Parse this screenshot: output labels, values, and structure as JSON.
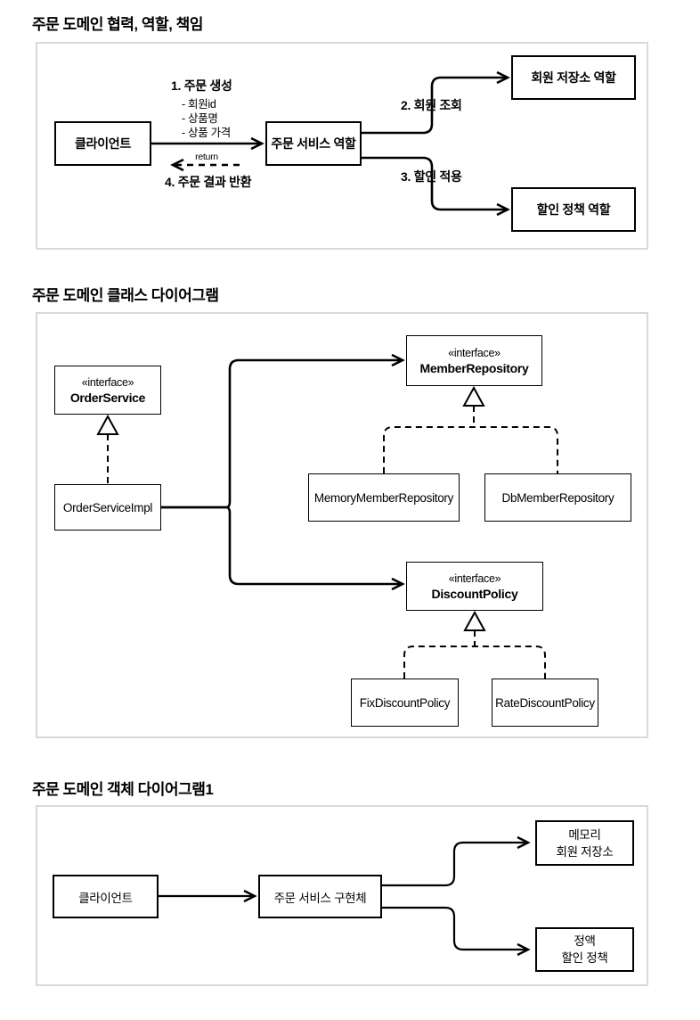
{
  "s1": {
    "title": "주문 도메인 협력, 역할, 책임",
    "client": "클라이언트",
    "order_service_role": "주문 서비스 역할",
    "member_repo_role": "회원 저장소 역할",
    "discount_policy_role": "할인 정책 역할",
    "step1": "1. 주문 생성",
    "step1_items": [
      "- 회원id",
      "- 상품명",
      "- 상품 가격"
    ],
    "return_label": "return",
    "step4": "4. 주문 결과 반환",
    "step2": "2. 회원 조회",
    "step3": "3. 할인 적용"
  },
  "s2": {
    "title": "주문 도메인 클래스 다이어그램",
    "order_service": {
      "stereotype": "«interface»",
      "name": "OrderService"
    },
    "order_service_impl": "OrderServiceImpl",
    "member_repository": {
      "stereotype": "«interface»",
      "name": "MemberRepository"
    },
    "memory_member_repository": "MemoryMemberRepository",
    "db_member_repository": "DbMemberRepository",
    "discount_policy": {
      "stereotype": "«interface»",
      "name": "DiscountPolicy"
    },
    "fix_discount_policy": "FixDiscountPolicy",
    "rate_discount_policy": "RateDiscountPolicy"
  },
  "s3": {
    "title": "주문 도메인 객체 다이어그램1",
    "client": "클라이언트",
    "order_service_impl": "주문 서비스 구현체",
    "memory_member_repo": [
      "메모리",
      "회원 저장소"
    ],
    "fixed_discount_policy": [
      "정액",
      "할인 정책"
    ]
  },
  "colors": {
    "line": "#000000",
    "panel_border": "#d9d9d9",
    "background": "#ffffff"
  }
}
